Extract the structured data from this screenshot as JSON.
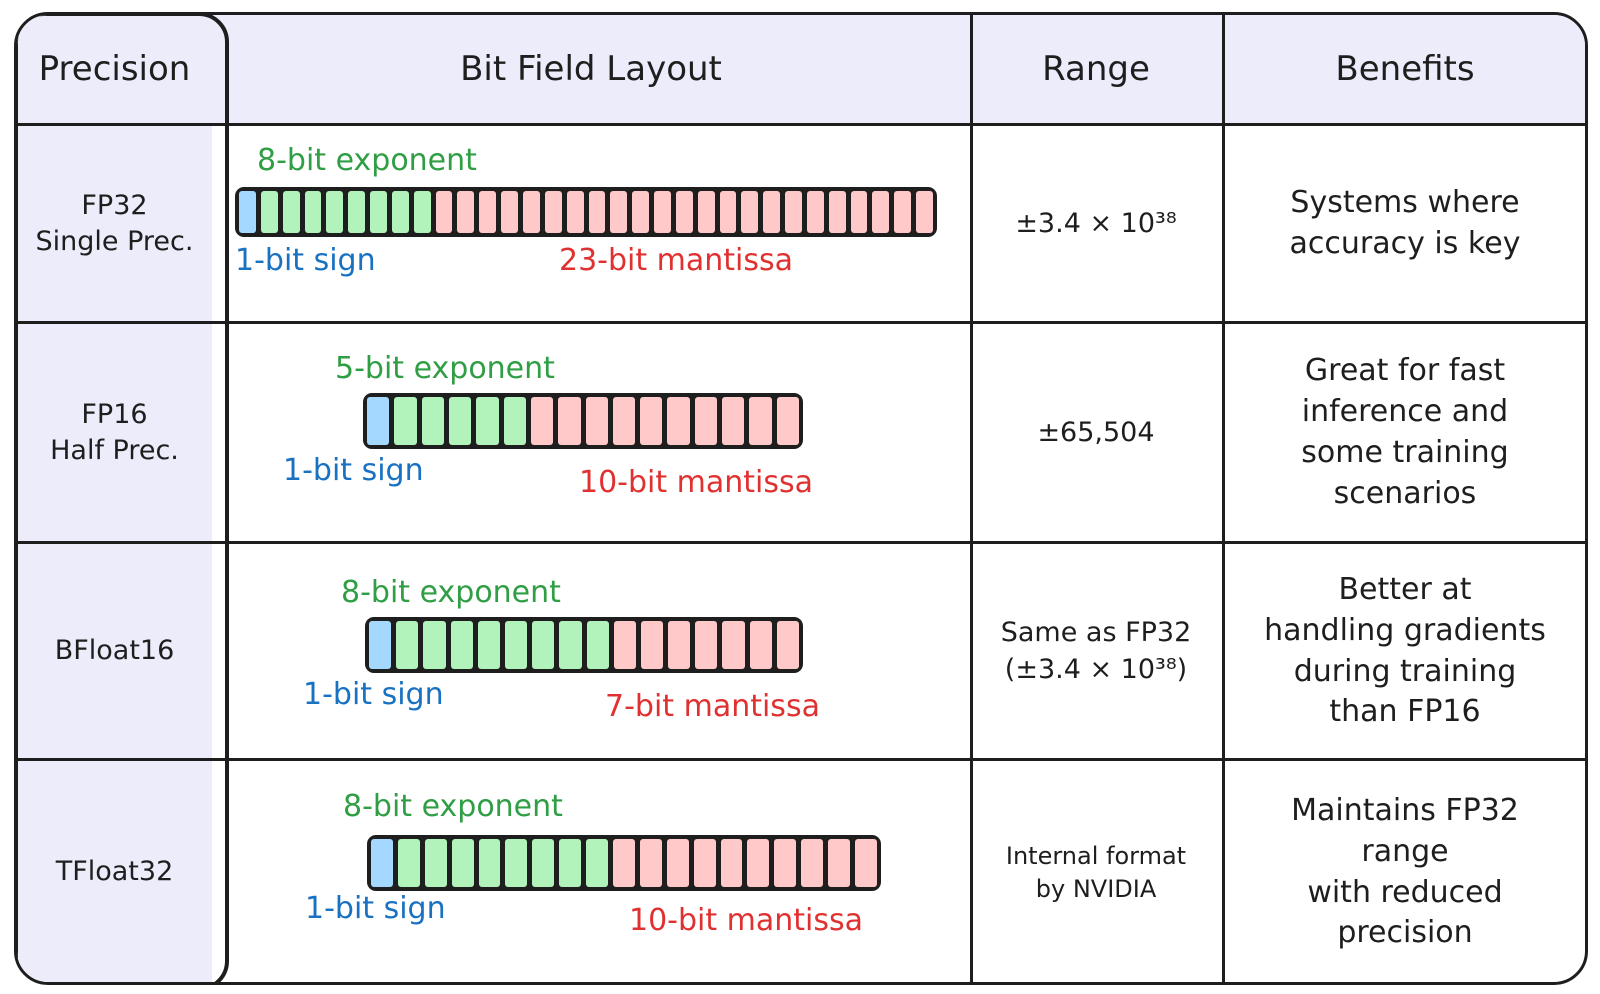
{
  "headers": {
    "precision": "Precision",
    "layout": "Bit Field Layout",
    "range": "Range",
    "benefits": "Benefits"
  },
  "colors": {
    "header_bg": "#ececfb",
    "sign": "#1971c2",
    "exponent": "#2f9e44",
    "mantissa": "#e03131",
    "sign_fill": "#a5d8ff",
    "exponent_fill": "#b2f2bb",
    "mantissa_fill": "#ffc9c9"
  },
  "rows": [
    {
      "name_line1": "FP32",
      "name_line2": "Single Prec.",
      "exponent_label": "8-bit exponent",
      "sign_label": "1-bit sign",
      "mantissa_label": "23-bit mantissa",
      "bits": {
        "sign": 1,
        "exponent": 8,
        "mantissa": 23
      },
      "range_line1": "±3.4 × 10³⁸",
      "range_line2": "",
      "benefit_lines": [
        "Systems where",
        "accuracy is key"
      ]
    },
    {
      "name_line1": "FP16",
      "name_line2": "Half Prec.",
      "exponent_label": "5-bit exponent",
      "sign_label": "1-bit sign",
      "mantissa_label": "10-bit mantissa",
      "bits": {
        "sign": 1,
        "exponent": 5,
        "mantissa": 10
      },
      "range_line1": "±65,504",
      "range_line2": "",
      "benefit_lines": [
        "Great for fast",
        "inference and",
        "some training",
        "scenarios"
      ]
    },
    {
      "name_line1": "BFloat16",
      "name_line2": "",
      "exponent_label": "8-bit exponent",
      "sign_label": "1-bit sign",
      "mantissa_label": "7-bit mantissa",
      "bits": {
        "sign": 1,
        "exponent": 8,
        "mantissa": 7
      },
      "range_line1": "Same as FP32",
      "range_line2": "(±3.4 × 10³⁸)",
      "benefit_lines": [
        "Better at",
        "handling gradients",
        "during training",
        "than FP16"
      ]
    },
    {
      "name_line1": "TFloat32",
      "name_line2": "",
      "exponent_label": "8-bit exponent",
      "sign_label": "1-bit sign",
      "mantissa_label": "10-bit mantissa",
      "bits": {
        "sign": 1,
        "exponent": 8,
        "mantissa": 10
      },
      "range_line1": "Internal format",
      "range_line2": "by NVIDIA",
      "benefit_lines": [
        "Maintains FP32",
        "range",
        "with reduced",
        "precision"
      ]
    }
  ]
}
